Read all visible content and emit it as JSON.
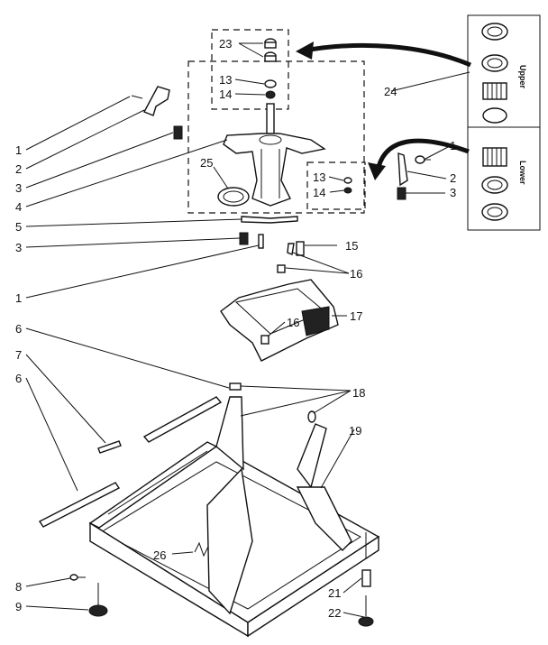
{
  "callouts": [
    "1",
    "2",
    "3",
    "4",
    "5",
    "3",
    "1",
    "6",
    "7",
    "6",
    "8",
    "9",
    "23",
    "13",
    "14",
    "25",
    "24",
    "1",
    "2",
    "3",
    "13",
    "14",
    "15",
    "16",
    "16",
    "17",
    "18",
    "19",
    "26",
    "21",
    "22"
  ],
  "insert": {
    "upper": "Upper",
    "lower": "Lower"
  }
}
